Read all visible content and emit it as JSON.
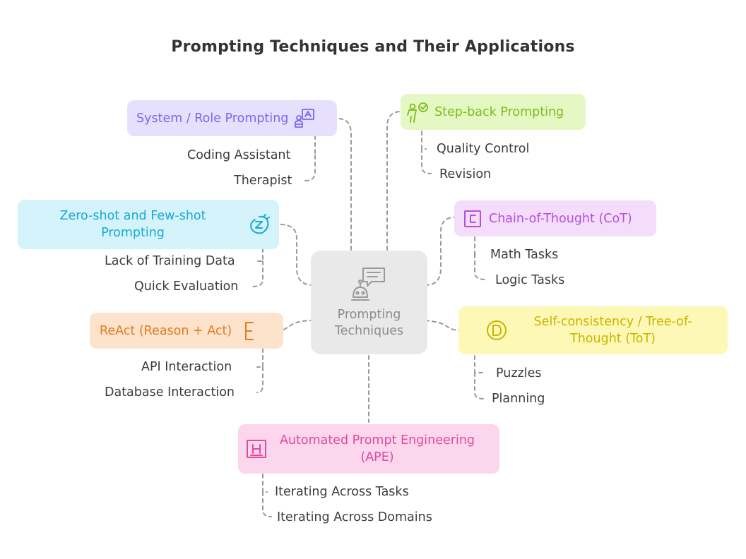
{
  "title": "Prompting Techniques and Their Applications",
  "center": {
    "line1": "Prompting",
    "line2": "Techniques"
  },
  "nodes": {
    "system_role": {
      "label": "System / Role Prompting",
      "color": "#7b68ee",
      "fill": "#e6e0fc",
      "icon": "person-presenting-icon",
      "children": [
        "Coding Assistant",
        "Therapist"
      ]
    },
    "zero_few": {
      "line1": "Zero-shot and Few-shot",
      "line2": "Prompting",
      "color": "#1aa9d6",
      "fill": "#d4f3fb",
      "icon": "zap-icon",
      "children": [
        "Lack of Training Data",
        "Quick Evaluation"
      ]
    },
    "react": {
      "label": "ReAct (Reason + Act)",
      "color": "#e07b1e",
      "fill": "#fde3cc",
      "icon": "bracket-e-icon",
      "children": [
        "API Interaction",
        "Database Interaction"
      ]
    },
    "step_back": {
      "label": "Step-back Prompting",
      "color": "#7cbd1c",
      "fill": "#e5f8c3",
      "icon": "person-check-icon",
      "children": [
        "Quality Control",
        "Revision"
      ]
    },
    "cot": {
      "label": "Chain-of-Thought (CoT)",
      "color": "#b84fd8",
      "fill": "#f4dcfb",
      "icon": "letter-c-icon",
      "children": [
        "Math Tasks",
        "Logic Tasks"
      ]
    },
    "self_consistency": {
      "line1": "Self-consistency / Tree-of-",
      "line2": "Thought (ToT)",
      "color": "#c9b400",
      "fill": "#fdf8b6",
      "icon": "letter-d-icon",
      "children": [
        "Puzzles",
        "Planning"
      ]
    },
    "ape": {
      "line1": "Automated Prompt Engineering",
      "line2": "(APE)",
      "color": "#e04aa0",
      "fill": "#fcd6ec",
      "icon": "letter-h-icon",
      "children": [
        "Iterating Across Tasks",
        "Iterating Across Domains"
      ]
    }
  }
}
